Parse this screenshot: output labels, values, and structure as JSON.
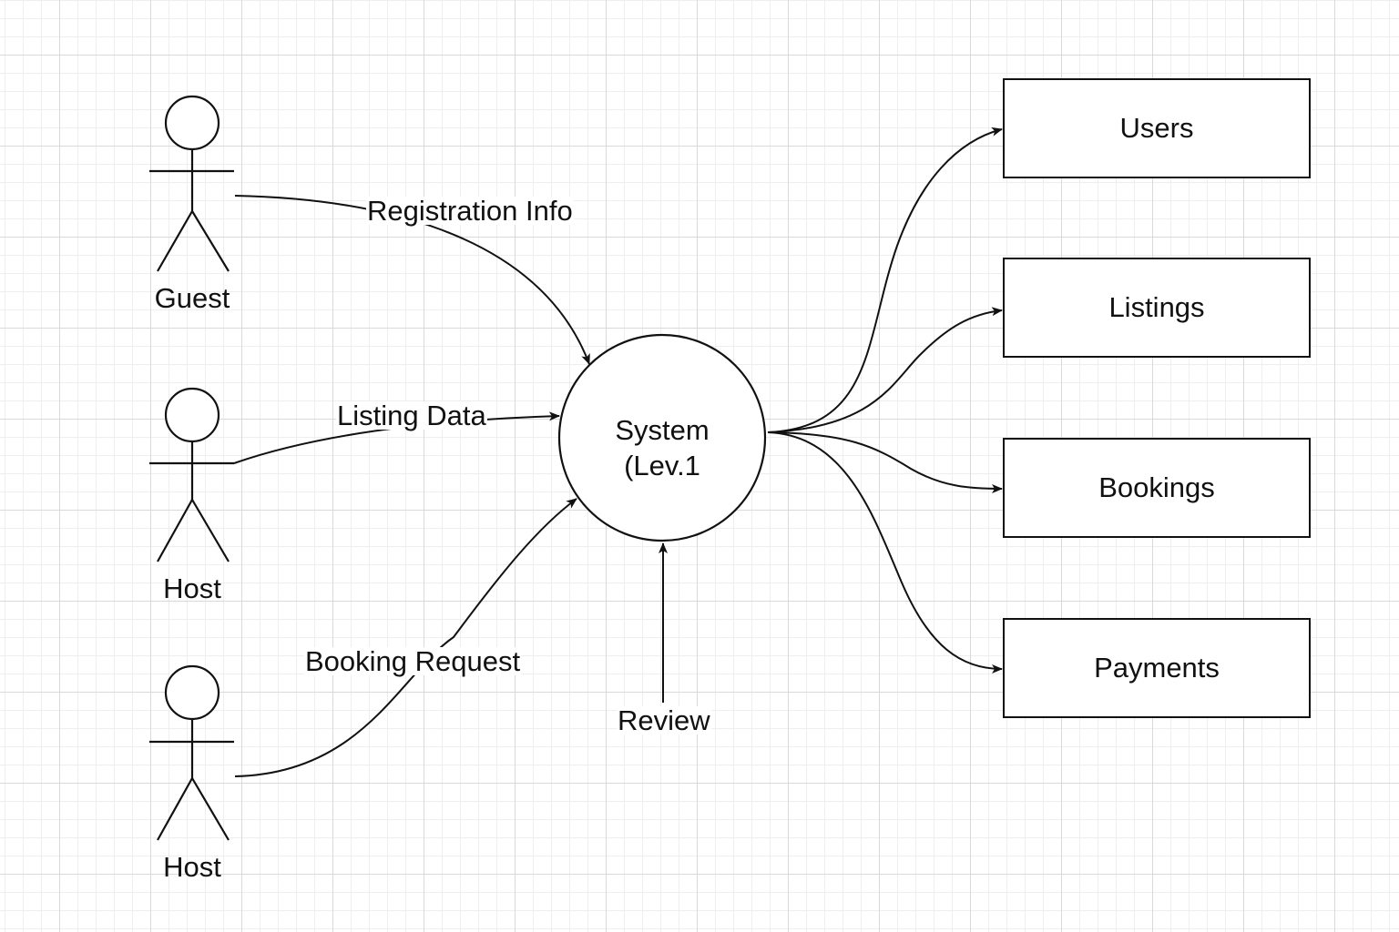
{
  "actors": [
    {
      "id": "actor-1",
      "label": "Guest"
    },
    {
      "id": "actor-2",
      "label": "Host"
    },
    {
      "id": "actor-3",
      "label": "Host"
    }
  ],
  "process": {
    "line1": "System",
    "line2": "(Lev.1"
  },
  "flows": {
    "registration": "Registration Info",
    "listing": "Listing Data",
    "booking": "Booking Request",
    "review": "Review"
  },
  "stores": [
    {
      "id": "users",
      "label": "Users"
    },
    {
      "id": "listings",
      "label": "Listings"
    },
    {
      "id": "bookings",
      "label": "Bookings"
    },
    {
      "id": "payments",
      "label": "Payments"
    }
  ],
  "colors": {
    "stroke": "#111111",
    "background": "#ffffff",
    "grid_major": "#d9d9d9",
    "grid_minor": "#eeeeee"
  }
}
